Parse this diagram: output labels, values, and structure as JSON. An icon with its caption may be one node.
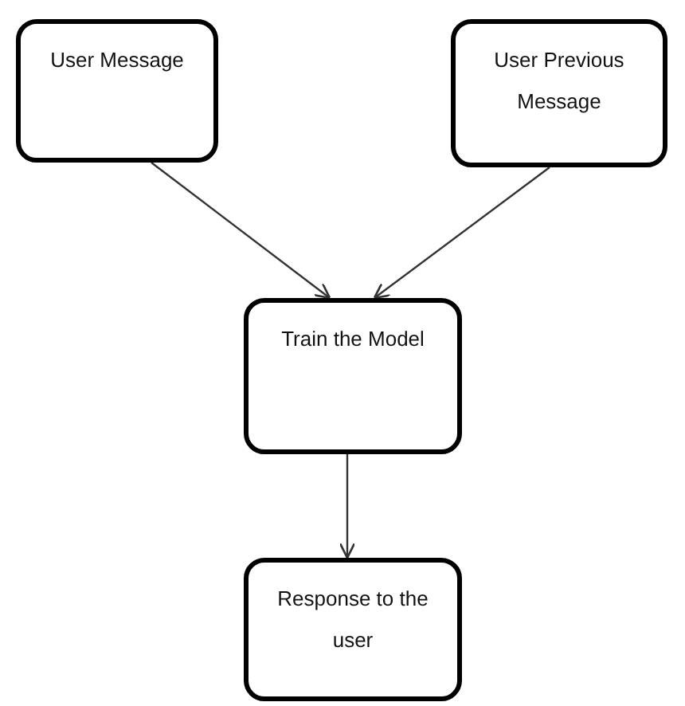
{
  "diagram": {
    "nodes": [
      {
        "text": [
          "User Message"
        ]
      },
      {
        "text": [
          "User Previous Message"
        ]
      },
      {
        "text": [
          "Train the Model"
        ]
      },
      {
        "text": [
          "Response to the user"
        ]
      }
    ],
    "edges": [
      {
        "from": 0,
        "to": 2,
        "arrow": "to"
      },
      {
        "from": 1,
        "to": 2,
        "arrow": "to"
      },
      {
        "from": 2,
        "to": 3,
        "arrow": "to"
      }
    ]
  }
}
